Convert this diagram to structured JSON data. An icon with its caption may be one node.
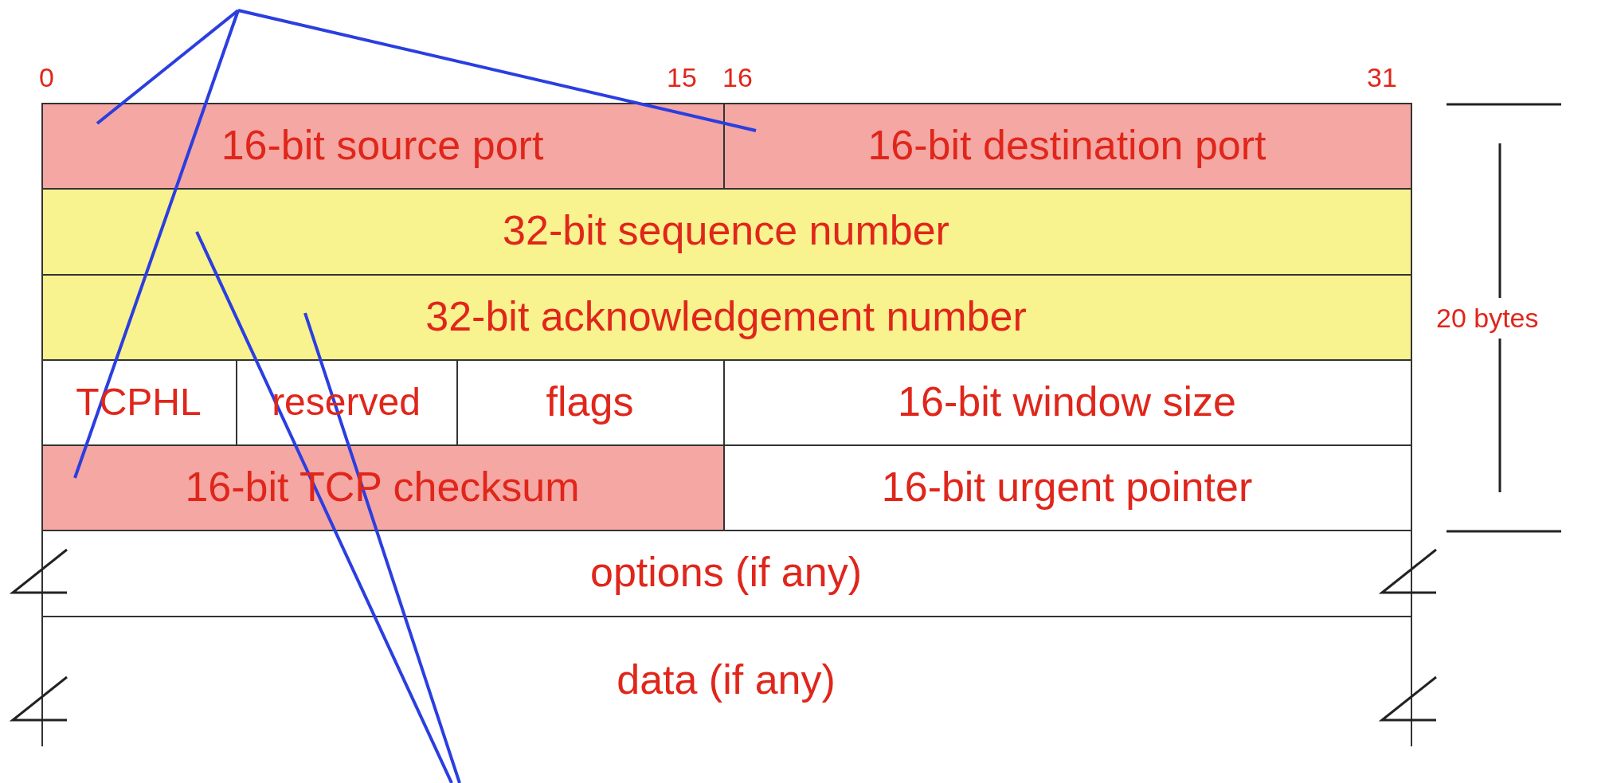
{
  "diagram": {
    "nodes": [
      {
        "text": [
          "16-bit source port"
        ]
      },
      {
        "text": [
          "16-bit destination port"
        ]
      },
      {
        "text": [
          "32-bit sequence number"
        ]
      },
      {
        "text": [
          "32-bit acknowledgement number"
        ]
      },
      {
        "text": [
          "TCPHL"
        ]
      },
      {
        "text": [
          "reserved"
        ]
      },
      {
        "text": [
          "flags"
        ]
      },
      {
        "text": [
          "16-bit window size"
        ]
      },
      {
        "text": [
          "16-bit TCP checksum"
        ]
      },
      {
        "text": [
          "16-bit urgent pointer"
        ]
      },
      {
        "text": [
          "options (if any)"
        ]
      },
      {
        "text": [
          "data (if any)"
        ]
      }
    ],
    "edges": [
      {
        "from": null,
        "to": 0,
        "arrow": "none"
      },
      {
        "from": null,
        "to": 1,
        "arrow": "none"
      },
      {
        "from": null,
        "to": 8,
        "arrow": "none"
      },
      {
        "from": null,
        "to": 2,
        "arrow": "none"
      },
      {
        "from": null,
        "to": 3,
        "arrow": "none"
      }
    ],
    "labels": [
      "0",
      "15",
      "16",
      "31",
      "20 bytes"
    ]
  }
}
